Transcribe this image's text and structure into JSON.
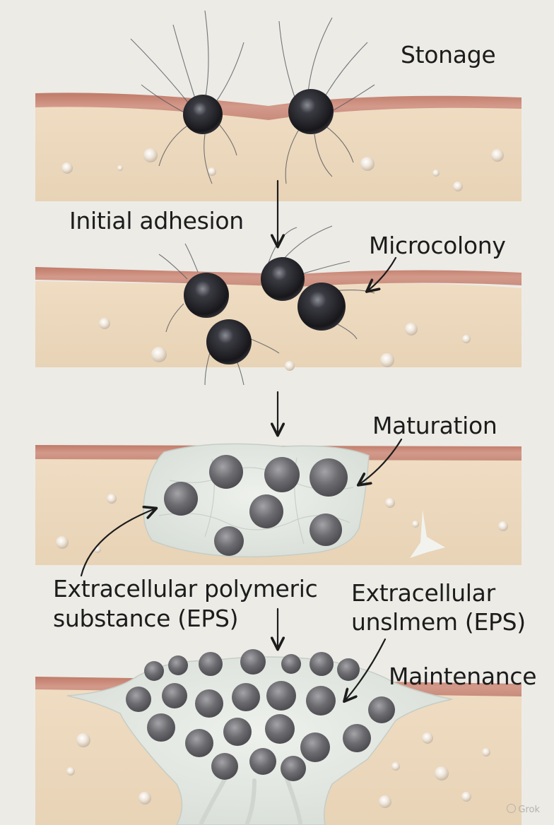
{
  "labels": {
    "stonage": "Stonage",
    "initial_adhesion": "Initial adhesion",
    "microcolony": "Microcolony",
    "maturation": "Maturation",
    "eps_left_line1": "Extracellular polymeric",
    "eps_left_line2": "substance (EPS)",
    "eps_right_line1": "Extracellular",
    "eps_right_line2": "unslmem (EPS)",
    "maintenance": "Maintenance"
  },
  "watermark": "Grok",
  "colors": {
    "background": "#ecebe6",
    "tissue": "#ecd9bf",
    "surface_band": "#c98877",
    "bacterium": "#2b2b31",
    "eps_matrix": "#e3e7e1",
    "text": "#1c1c1c"
  }
}
